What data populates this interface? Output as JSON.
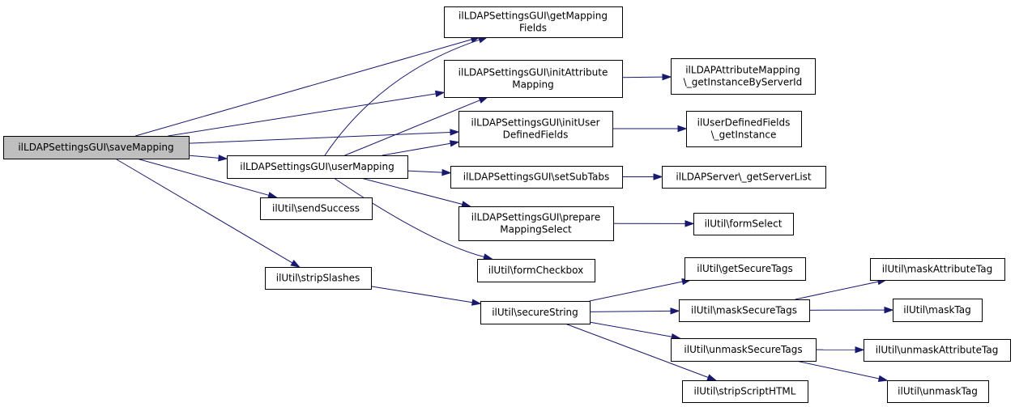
{
  "graph": {
    "colors": {
      "edge": "#191970",
      "node_fill": "#ffffff",
      "root_fill": "#bfbfbf",
      "border": "#000000"
    },
    "nodes": {
      "saveMapping": {
        "lines": [
          "ilLDAPSettingsGUI\\saveMapping"
        ],
        "is_root": true
      },
      "getMappingFields": {
        "lines": [
          "ilLDAPSettingsGUI\\getMapping",
          "Fields"
        ]
      },
      "initAttributeMapping": {
        "lines": [
          "ilLDAPSettingsGUI\\initAttribute",
          "Mapping"
        ]
      },
      "getInstanceByServerId": {
        "lines": [
          "ilLDAPAttributeMapping",
          "\\_getInstanceByServerId"
        ]
      },
      "initUserDefinedFields": {
        "lines": [
          "ilLDAPSettingsGUI\\initUser",
          "DefinedFields"
        ]
      },
      "udfGetInstance": {
        "lines": [
          "ilUserDefinedFields",
          "\\_getInstance"
        ]
      },
      "userMapping": {
        "lines": [
          "ilLDAPSettingsGUI\\userMapping"
        ]
      },
      "setSubTabs": {
        "lines": [
          "ilLDAPSettingsGUI\\setSubTabs"
        ]
      },
      "getServerList": {
        "lines": [
          "ilLDAPServer\\_getServerList"
        ]
      },
      "sendSuccess": {
        "lines": [
          "ilUtil\\sendSuccess"
        ]
      },
      "prepareMappingSelect": {
        "lines": [
          "ilLDAPSettingsGUI\\prepare",
          "MappingSelect"
        ]
      },
      "formSelect": {
        "lines": [
          "ilUtil\\formSelect"
        ]
      },
      "formCheckbox": {
        "lines": [
          "ilUtil\\formCheckbox"
        ]
      },
      "stripSlashes": {
        "lines": [
          "ilUtil\\stripSlashes"
        ]
      },
      "getSecureTags": {
        "lines": [
          "ilUtil\\getSecureTags"
        ]
      },
      "maskAttributeTag": {
        "lines": [
          "ilUtil\\maskAttributeTag"
        ]
      },
      "secureString": {
        "lines": [
          "ilUtil\\secureString"
        ]
      },
      "maskSecureTags": {
        "lines": [
          "ilUtil\\maskSecureTags"
        ]
      },
      "maskTag": {
        "lines": [
          "ilUtil\\maskTag"
        ]
      },
      "unmaskSecureTags": {
        "lines": [
          "ilUtil\\unmaskSecureTags"
        ]
      },
      "unmaskAttributeTag": {
        "lines": [
          "ilUtil\\unmaskAttributeTag"
        ]
      },
      "stripScriptHTML": {
        "lines": [
          "ilUtil\\stripScriptHTML"
        ]
      },
      "unmaskTag": {
        "lines": [
          "ilUtil\\unmaskTag"
        ]
      }
    },
    "edges": [
      [
        "saveMapping",
        "getMappingFields"
      ],
      [
        "saveMapping",
        "initAttributeMapping"
      ],
      [
        "saveMapping",
        "initUserDefinedFields"
      ],
      [
        "saveMapping",
        "userMapping"
      ],
      [
        "saveMapping",
        "sendSuccess"
      ],
      [
        "saveMapping",
        "stripSlashes"
      ],
      [
        "userMapping",
        "getMappingFields"
      ],
      [
        "userMapping",
        "initAttributeMapping"
      ],
      [
        "userMapping",
        "initUserDefinedFields"
      ],
      [
        "userMapping",
        "setSubTabs"
      ],
      [
        "userMapping",
        "prepareMappingSelect"
      ],
      [
        "userMapping",
        "formCheckbox"
      ],
      [
        "initAttributeMapping",
        "getInstanceByServerId"
      ],
      [
        "initUserDefinedFields",
        "udfGetInstance"
      ],
      [
        "setSubTabs",
        "getServerList"
      ],
      [
        "prepareMappingSelect",
        "formSelect"
      ],
      [
        "stripSlashes",
        "secureString"
      ],
      [
        "secureString",
        "getSecureTags"
      ],
      [
        "secureString",
        "maskSecureTags"
      ],
      [
        "secureString",
        "unmaskSecureTags"
      ],
      [
        "secureString",
        "stripScriptHTML"
      ],
      [
        "maskSecureTags",
        "maskAttributeTag"
      ],
      [
        "maskSecureTags",
        "maskTag"
      ],
      [
        "unmaskSecureTags",
        "unmaskAttributeTag"
      ],
      [
        "unmaskSecureTags",
        "unmaskTag"
      ]
    ]
  }
}
